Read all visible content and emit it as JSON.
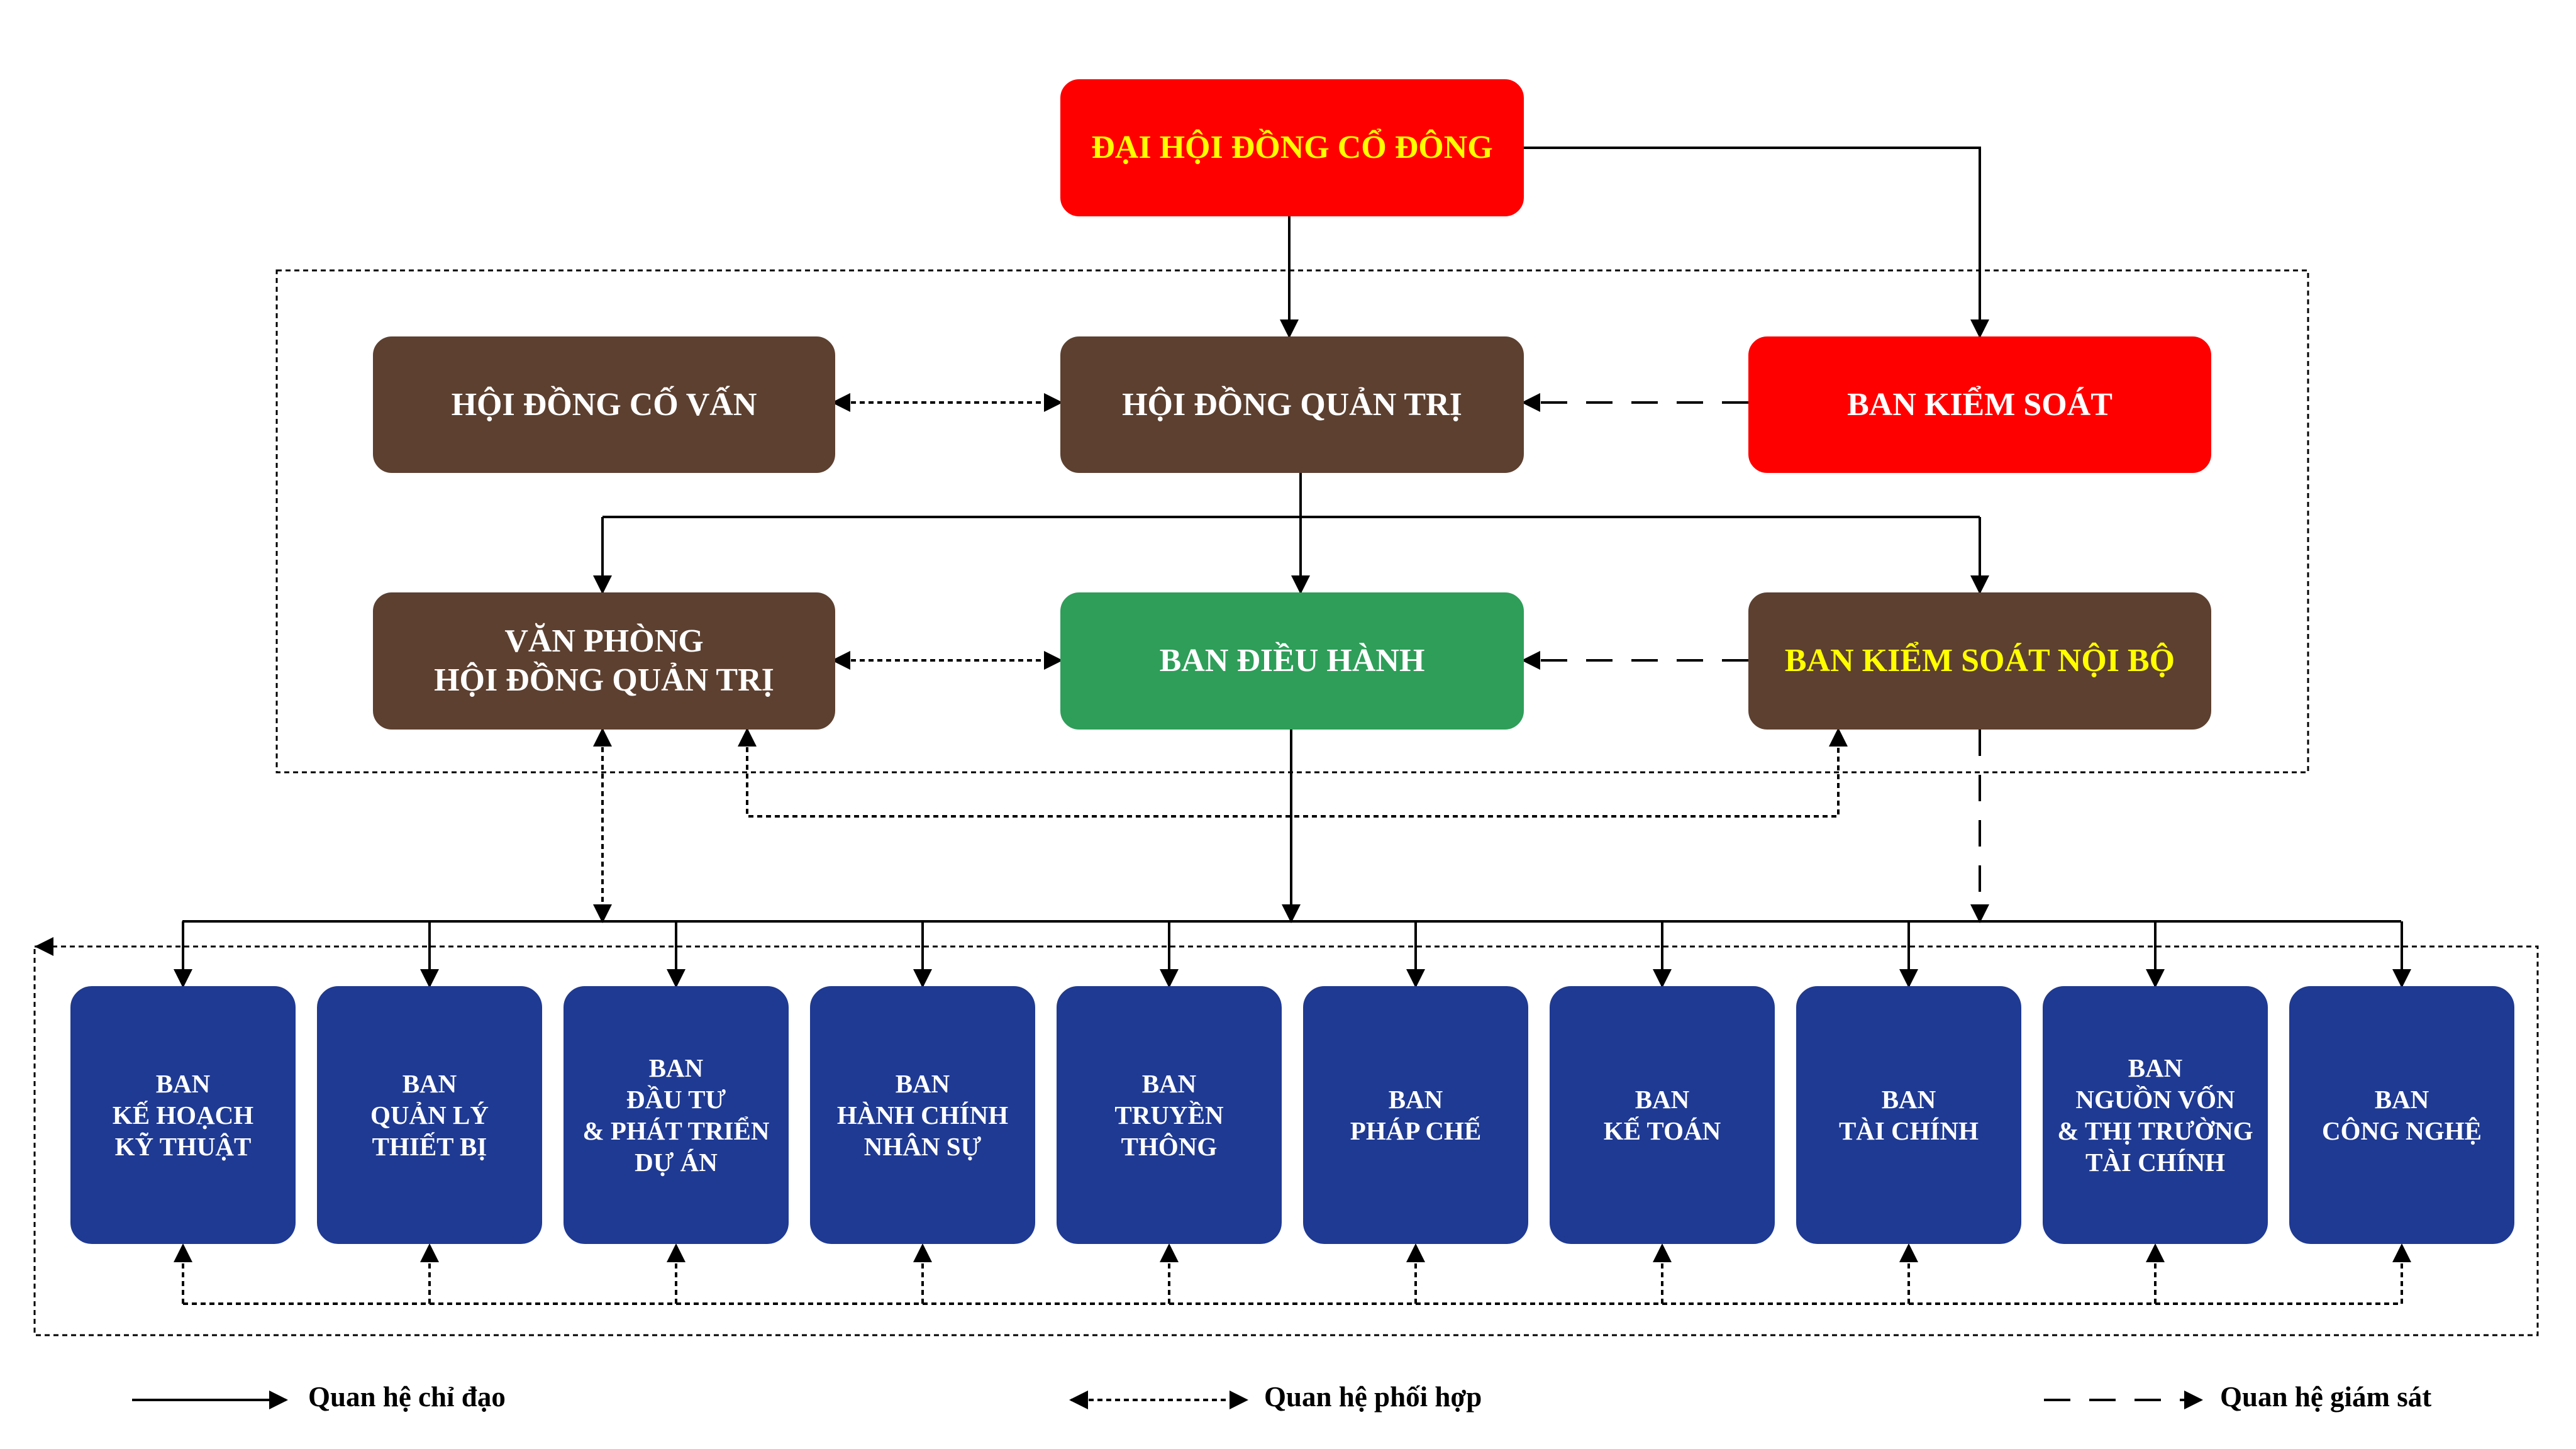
{
  "colors": {
    "red": "#ff0000",
    "brown": "#5d4030",
    "green": "#2e9e59",
    "blue": "#1f3a93",
    "white_text": "#ffffff",
    "yellow_text": "#ffff00"
  },
  "boxes": {
    "dai_hoi": "ĐẠI HỘI ĐỒNG CỔ ĐÔNG",
    "co_van": "HỘI ĐỒNG CỐ VẤN",
    "quan_tri": "HỘI ĐỒNG QUẢN TRỊ",
    "kiem_soat": "BAN KIỂM SOÁT",
    "van_phong": "VĂN PHÒNG\nHỘI ĐỒNG QUẢN TRỊ",
    "dieu_hanh": "BAN ĐIỀU HÀNH",
    "kiem_soat_noi_bo": "BAN KIỂM SOÁT NỘI BỘ"
  },
  "departments": [
    "BAN\nKẾ HOẠCH\nKỸ THUẬT",
    "BAN\nQUẢN LÝ\nTHIẾT BỊ",
    "BAN\nĐẦU TƯ\n& PHÁT TRIỂN\nDỰ ÁN",
    "BAN\nHÀNH CHÍNH\nNHÂN SỰ",
    "BAN\nTRUYỀN\nTHÔNG",
    "BAN\nPHÁP CHẾ",
    "BAN\nKẾ TOÁN",
    "BAN\nTÀI CHÍNH",
    "BAN\nNGUỒN VỐN\n& THỊ TRƯỜNG\nTÀI CHÍNH",
    "BAN\nCÔNG NGHỆ"
  ],
  "legend": {
    "directive": "Quan hệ chỉ đạo",
    "coordination": "Quan hệ phối hợp",
    "supervision": "Quan hệ giám sát"
  }
}
